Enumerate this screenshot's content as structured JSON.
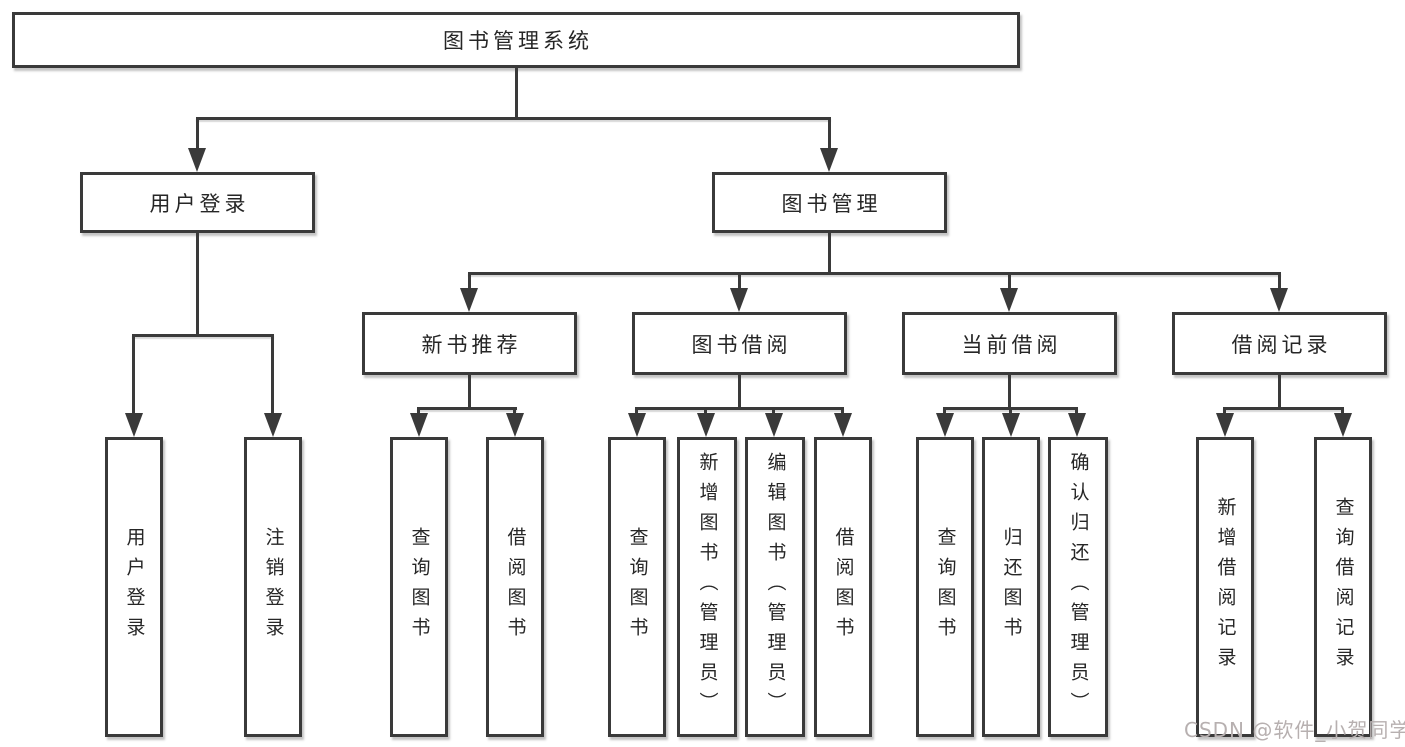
{
  "diagram": {
    "root": {
      "label": "图书管理系统"
    },
    "level2": [
      {
        "label": "用户登录"
      },
      {
        "label": "图书管理"
      }
    ],
    "level3": [
      {
        "label": "新书推荐"
      },
      {
        "label": "图书借阅"
      },
      {
        "label": "当前借阅"
      },
      {
        "label": "借阅记录"
      }
    ],
    "leaves": [
      {
        "label": "用户登录"
      },
      {
        "label": "注销登录"
      },
      {
        "label": "查询图书"
      },
      {
        "label": "借阅图书"
      },
      {
        "label": "查询图书"
      },
      {
        "label": "新增图书（管理员）"
      },
      {
        "label": "编辑图书（管理员）"
      },
      {
        "label": "借阅图书"
      },
      {
        "label": "查询图书"
      },
      {
        "label": "归还图书"
      },
      {
        "label": "确认归还（管理员）"
      },
      {
        "label": "新增借阅记录"
      },
      {
        "label": "查询借阅记录"
      }
    ]
  },
  "watermark": {
    "text": "CSDN @软件_小贺同学"
  },
  "colors": {
    "line": "#3a3a3a",
    "text": "#262626",
    "background": "#ffffff",
    "watermark": "#b7b0b0"
  }
}
